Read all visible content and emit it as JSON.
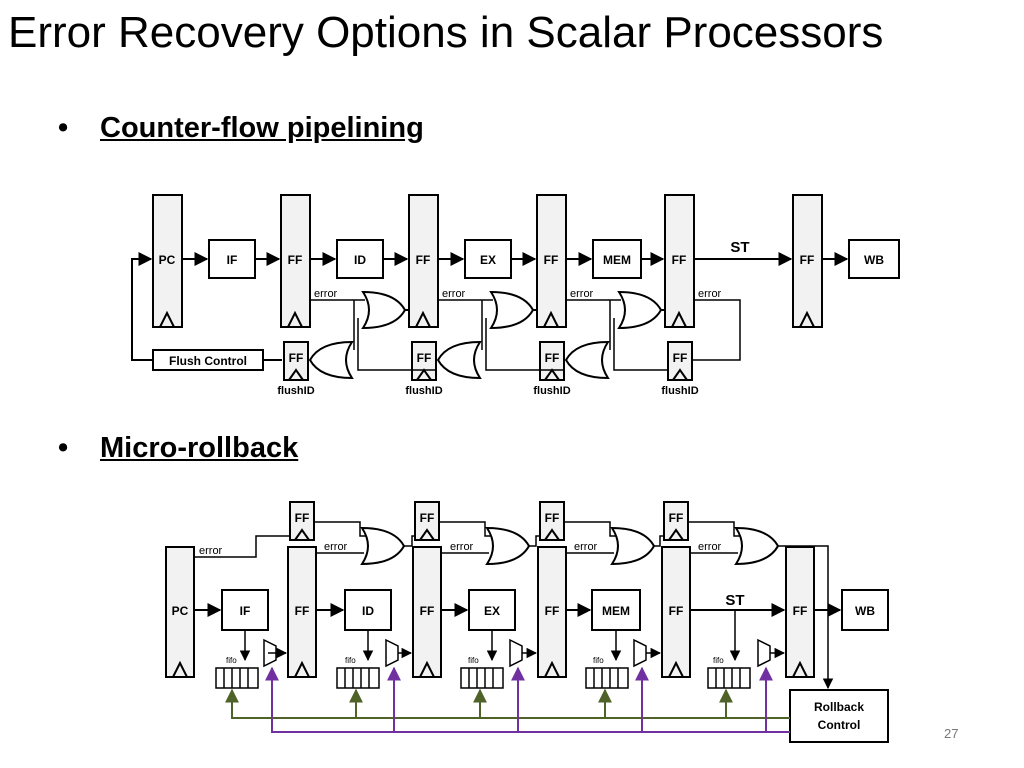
{
  "slide": {
    "title": "Error Recovery Options in Scalar Processors",
    "page_number": "27"
  },
  "bullets": [
    {
      "marker": "•",
      "label": "Counter-flow pipelining"
    },
    {
      "marker": "•",
      "label": "Micro-rollback"
    }
  ],
  "diagram1": {
    "pc": "PC",
    "if": "IF",
    "ff": "FF",
    "id": "ID",
    "ex": "EX",
    "mem": "MEM",
    "wb": "WB",
    "st": "ST",
    "error": "error",
    "flush_control": "Flush Control",
    "flush_id": "flushID"
  },
  "diagram2": {
    "pc": "PC",
    "if": "IF",
    "ff": "FF",
    "id": "ID",
    "ex": "EX",
    "mem": "MEM",
    "wb": "WB",
    "st": "ST",
    "error": "error",
    "fifo": "fifo",
    "rollback_1": "Rollback",
    "rollback_2": "Control"
  }
}
